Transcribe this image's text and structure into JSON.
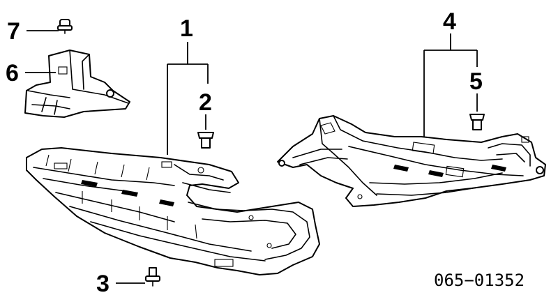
{
  "callouts": {
    "c1": "1",
    "c2": "2",
    "c3": "3",
    "c4": "4",
    "c5": "5",
    "c6": "6",
    "c7": "7"
  },
  "diagram_code": "065−01352",
  "colors": {
    "ink": "#000000",
    "paper": "#ffffff"
  }
}
